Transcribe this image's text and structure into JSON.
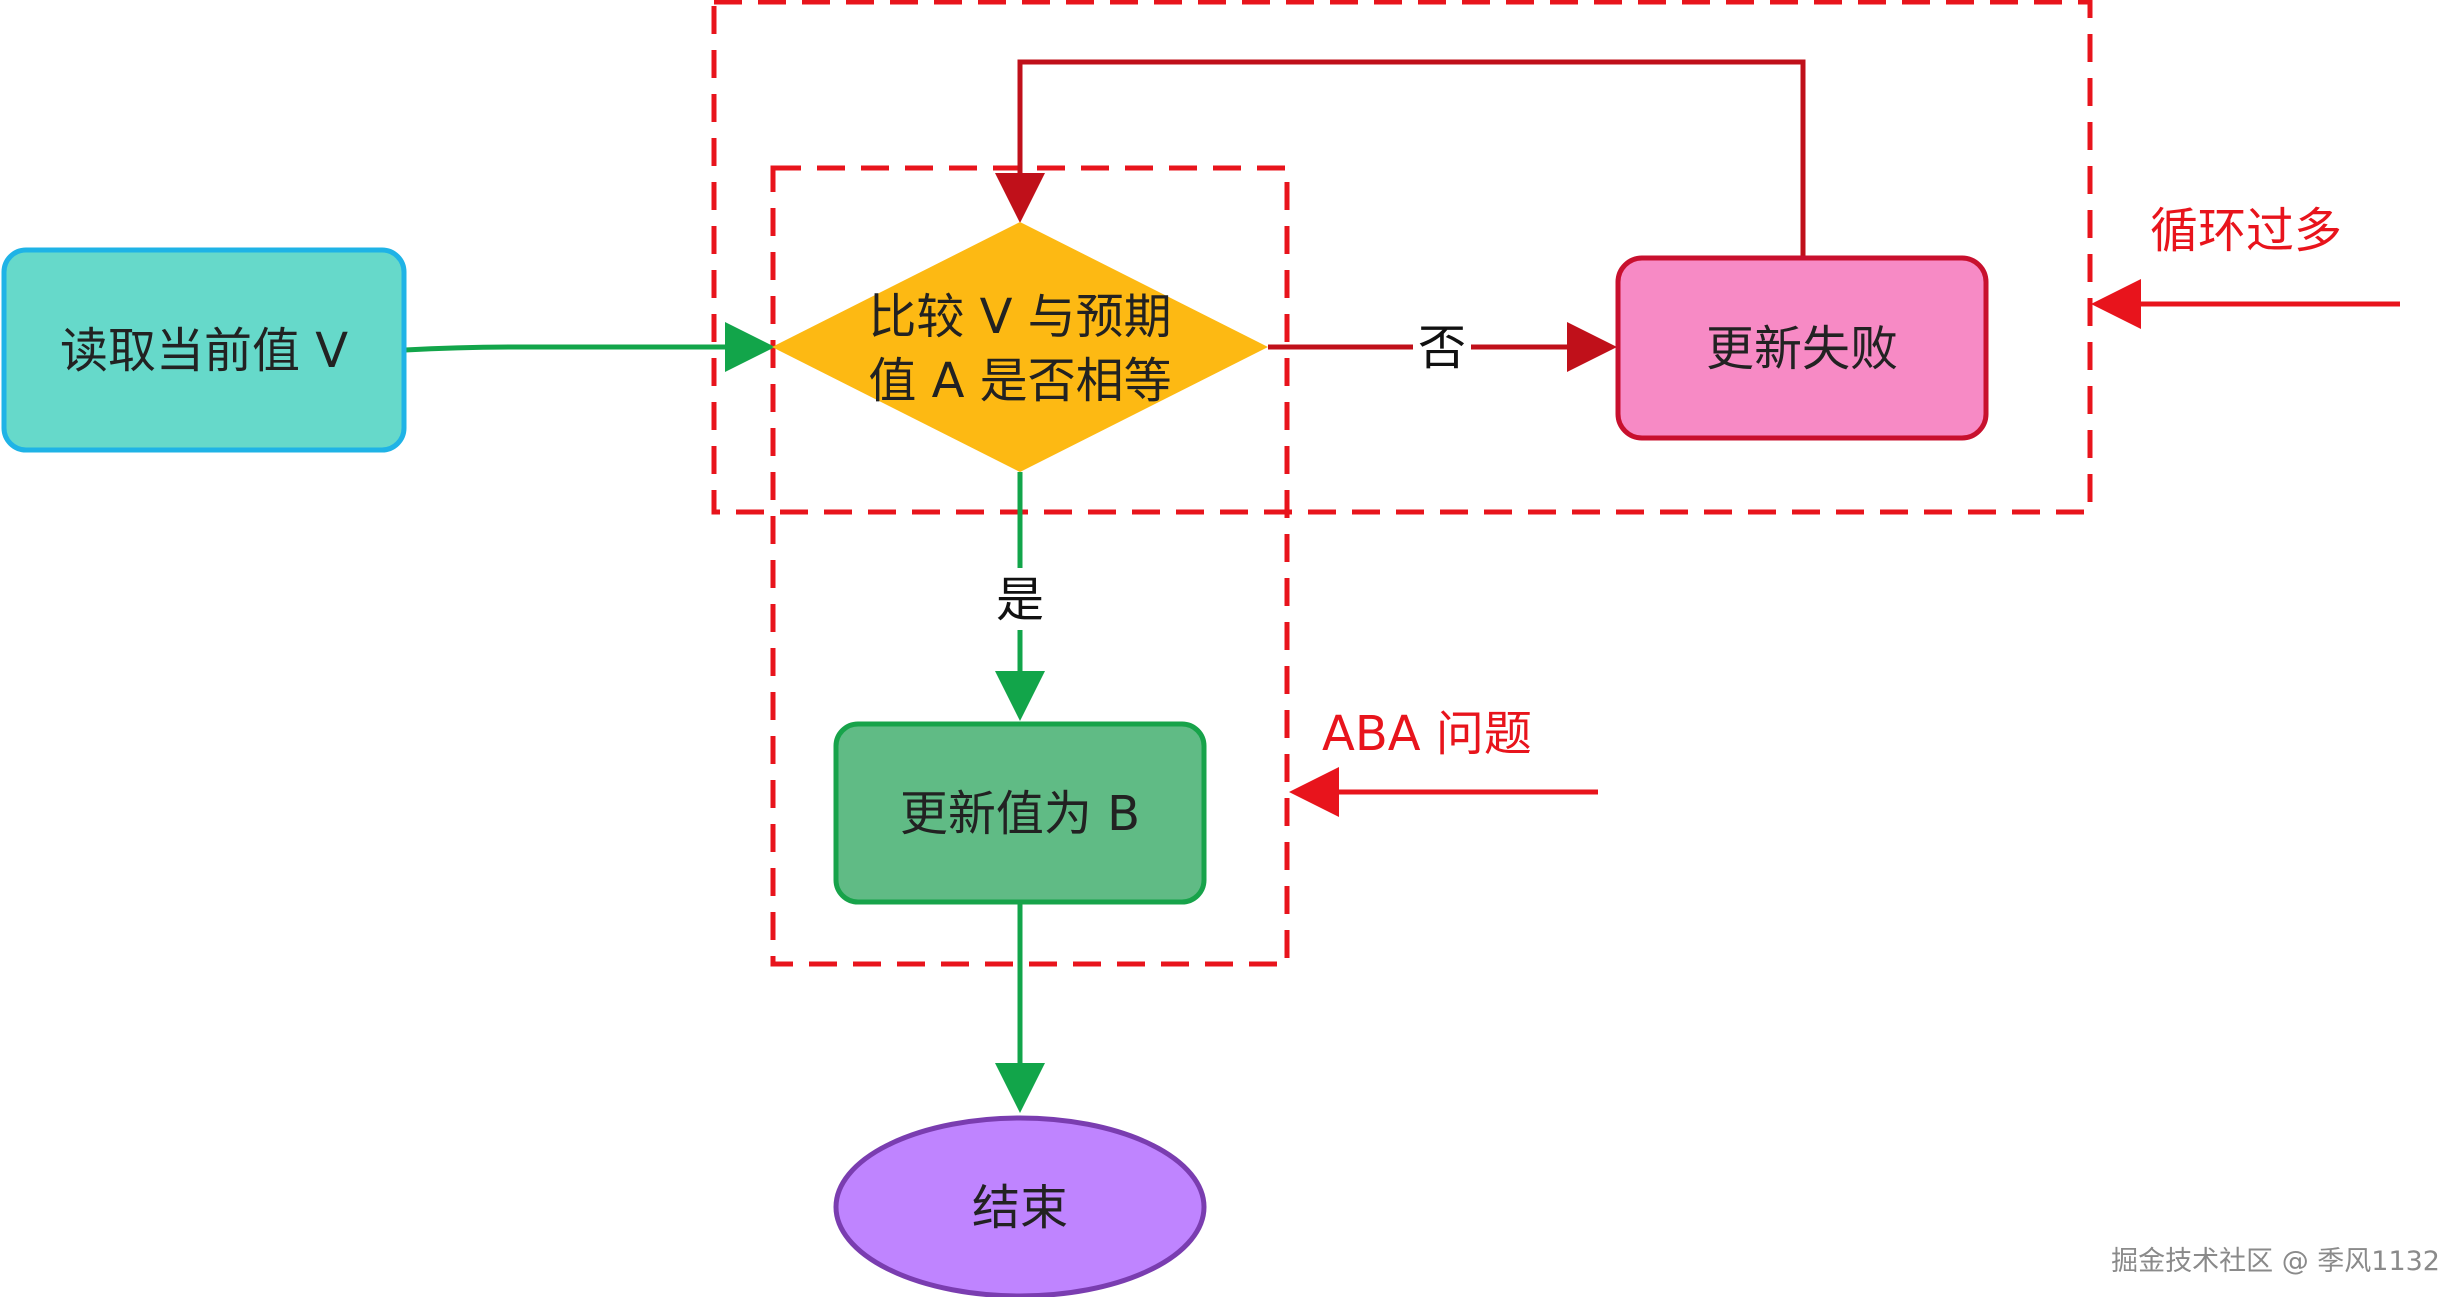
{
  "nodes": {
    "read": {
      "label": "读取当前值 V",
      "fill": "#66D9CA",
      "stroke": "#1FB3E6"
    },
    "compare": {
      "line1": "比较 V 与预期",
      "line2": "值 A 是否相等",
      "fill": "#FDB913"
    },
    "fail": {
      "label": "更新失败",
      "fill": "#F78AC5",
      "stroke": "#C8102E"
    },
    "update": {
      "label": "更新值为 B",
      "fill": "#60BB85",
      "stroke": "#17A34A"
    },
    "end": {
      "label": "结束",
      "fill": "#BF84FF",
      "stroke": "#7A3DB0"
    }
  },
  "edges": {
    "no_label": "否",
    "yes_label": "是",
    "green": "#12A54A",
    "red": "#C0101A"
  },
  "annotations": {
    "loop": {
      "label": "循环过多",
      "color": "#E8141C"
    },
    "aba": {
      "label": "ABA 问题",
      "color": "#E8141C"
    }
  },
  "watermark": "掘金技术社区 @ 季风1132"
}
